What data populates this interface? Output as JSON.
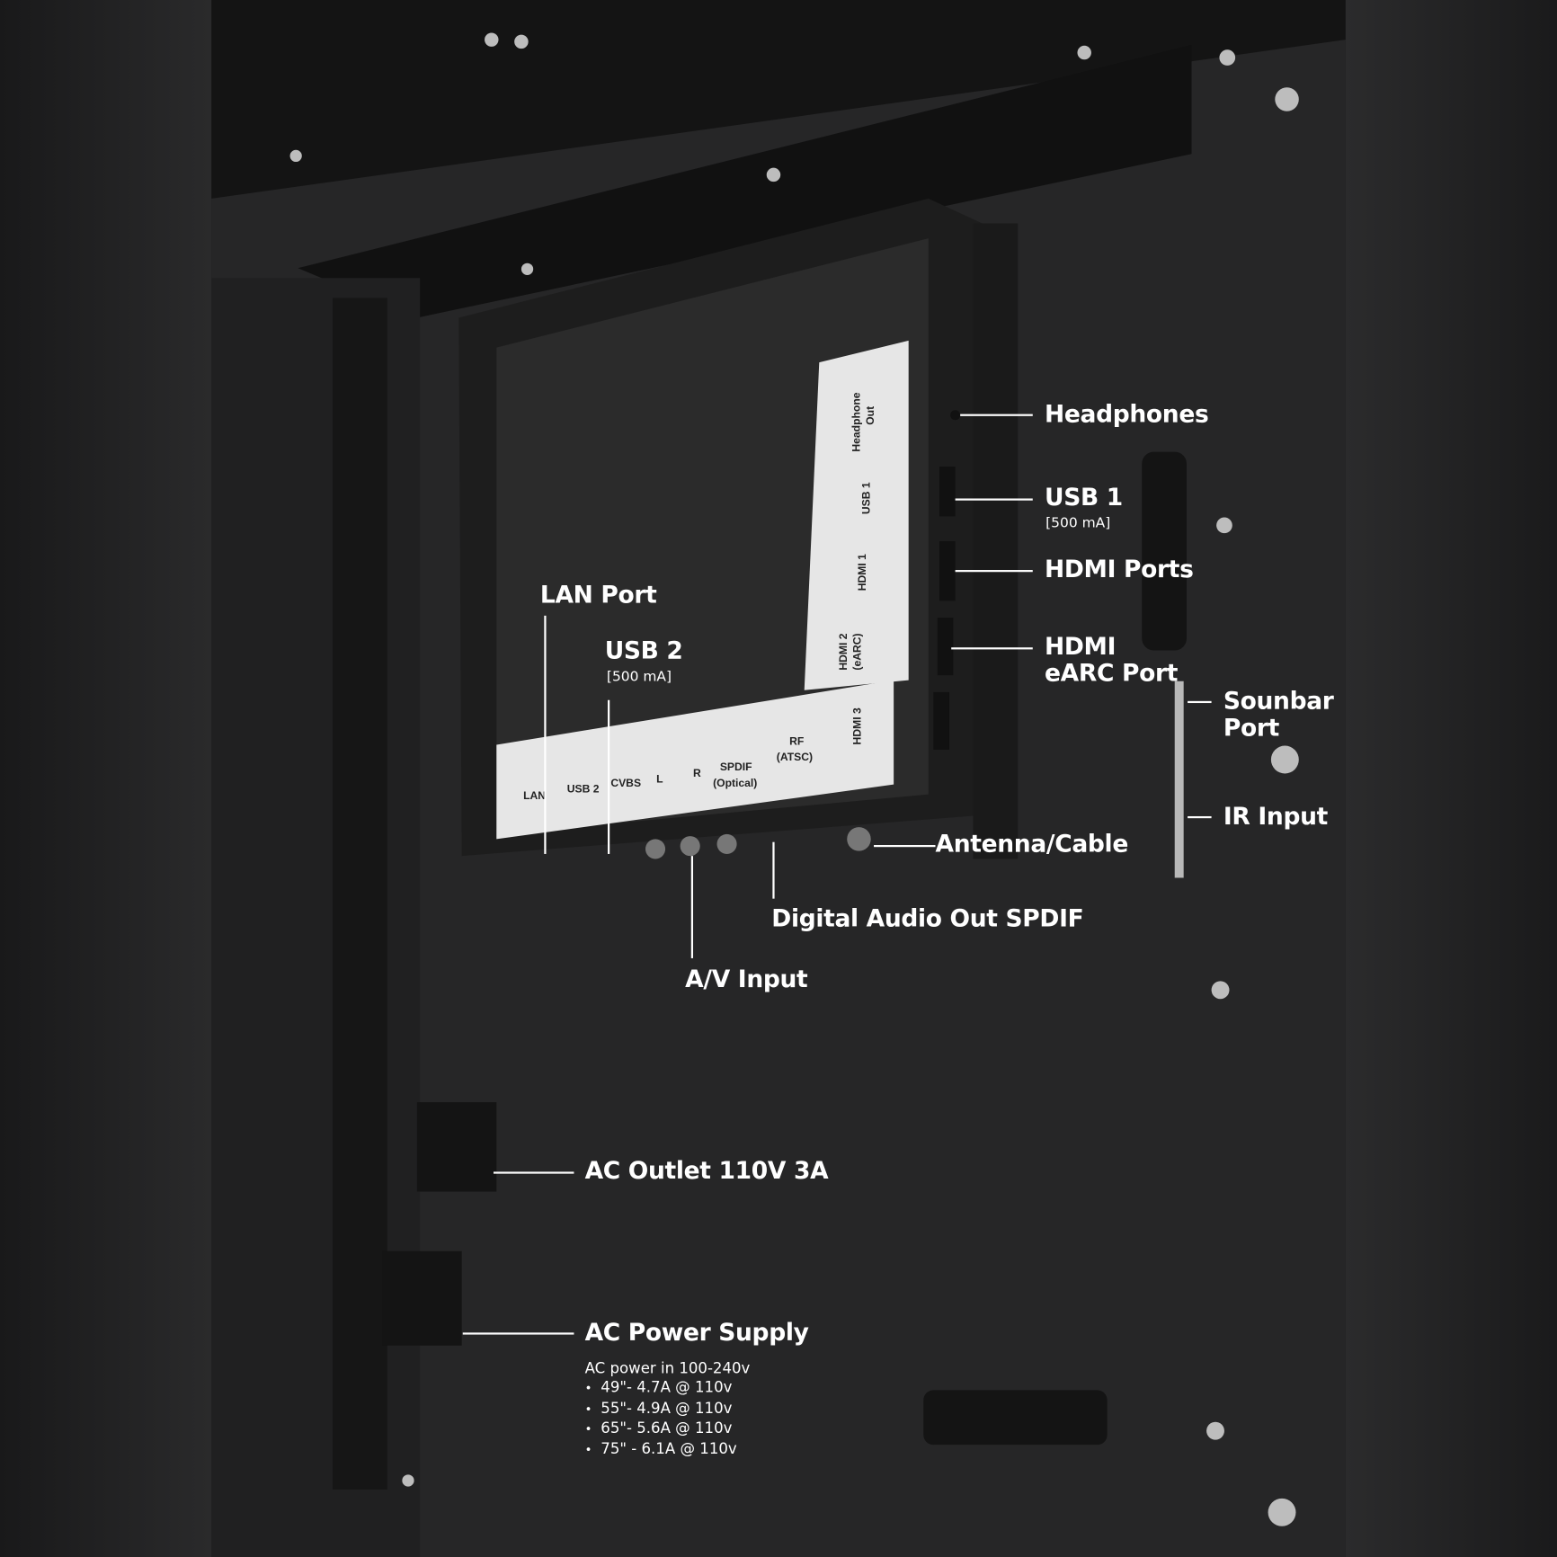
{
  "callouts": {
    "headphones": "Headphones",
    "usb1": {
      "title": "USB 1",
      "note": "[500 mA]"
    },
    "hdmi_ports": "HDMI Ports",
    "hdmi_earc": {
      "line1": "HDMI",
      "line2": "eARC Port"
    },
    "soundbar": {
      "line1": "Sounbar",
      "line2": "Port"
    },
    "ir_input": "IR Input",
    "antenna": "Antenna/Cable",
    "spdif": "Digital Audio Out SPDIF",
    "av_input": "A/V Input",
    "lan": "LAN Port",
    "usb2": {
      "title": "USB 2",
      "note": "[500 mA]"
    },
    "ac_outlet": "AC Outlet 110V 3A",
    "ac_power": {
      "title": "AC Power Supply",
      "intro": "AC power in 100-240v",
      "items": [
        "49\"- 4.7A @ 110v",
        "55\"- 4.9A @ 110v",
        "65\"- 5.6A @ 110v",
        "75\" - 6.1A @ 110v"
      ]
    }
  },
  "panel_labels": {
    "lan": "LAN",
    "usb2": "USB 2",
    "cvbs": "CVBS",
    "l": "L",
    "r": "R",
    "spdif": "SPDIF",
    "optical": "(Optical)",
    "rf": "RF",
    "atsc": "(ATSC)",
    "hdmi3": "HDMI 3",
    "hdmi2": "HDMI 2",
    "earc": "(eARC)",
    "hdmi1": "HDMI 1",
    "usb1": "USB 1",
    "headphone": "Headphone",
    "out": "Out"
  },
  "colors": {
    "background": "#1e1e1f",
    "panel": "#2a2a2a",
    "label_panel": "#e6e6e6",
    "callout_text": "#ffffff",
    "bracket": "#b8b8b8"
  }
}
